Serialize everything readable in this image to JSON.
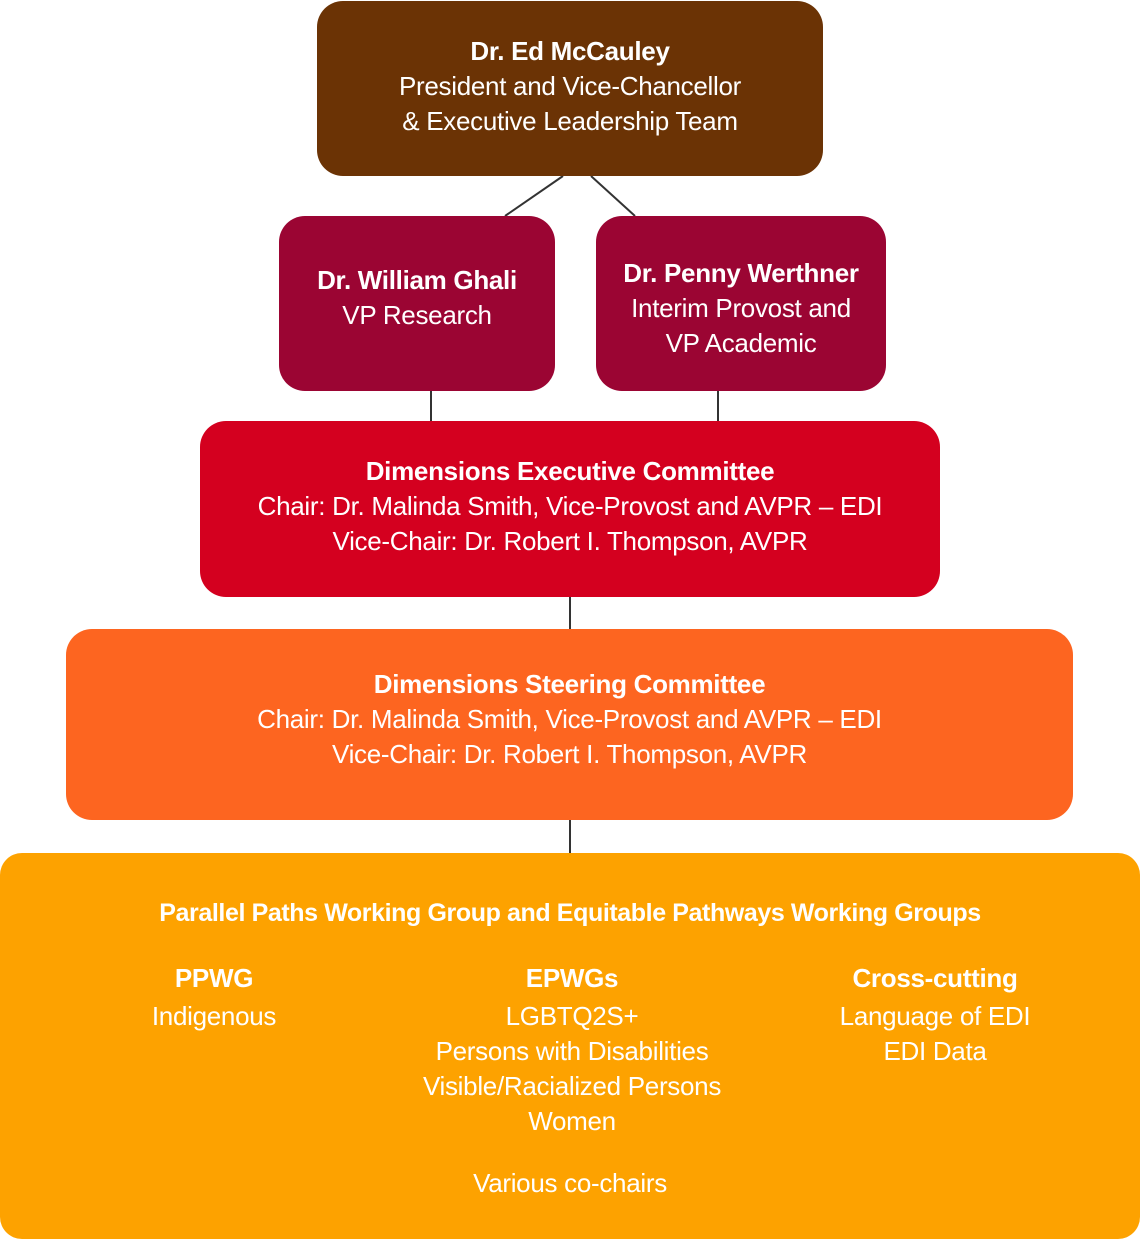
{
  "colors": {
    "president": "#6b3305",
    "vp": "#9b0533",
    "executive_committee": "#d4001f",
    "steering_committee": "#fd6520",
    "working_groups": "#fda200",
    "connector": "#333333",
    "text": "#ffffff"
  },
  "president": {
    "name": "Dr. Ed McCauley",
    "title_line1": "President and Vice-Chancellor",
    "title_line2": "& Executive Leadership Team"
  },
  "vp_research": {
    "name": "Dr. William Ghali",
    "title": "VP Research"
  },
  "provost": {
    "name": "Dr. Penny Werthner",
    "title_line1": "Interim Provost and",
    "title_line2": "VP Academic"
  },
  "executive_committee": {
    "title": "Dimensions Executive Committee",
    "chair": "Chair: Dr. Malinda Smith, Vice-Provost and AVPR – EDI",
    "vice_chair": "Vice-Chair: Dr. Robert I. Thompson, AVPR"
  },
  "steering_committee": {
    "title": "Dimensions Steering Committee",
    "chair": "Chair: Dr. Malinda Smith, Vice-Provost and AVPR – EDI",
    "vice_chair": "Vice-Chair: Dr. Robert I. Thompson, AVPR"
  },
  "working_groups": {
    "title": "Parallel Paths Working Group and Equitable Pathways Working Groups",
    "columns": [
      {
        "heading": "PPWG",
        "items": [
          "Indigenous"
        ]
      },
      {
        "heading": "EPWGs",
        "items": [
          "LGBTQ2S+",
          "Persons with Disabilities",
          "Visible/Racialized Persons",
          "Women"
        ]
      },
      {
        "heading": "Cross-cutting",
        "items": [
          "Language of EDI",
          "EDI Data"
        ]
      }
    ],
    "footer": "Various co-chairs"
  }
}
